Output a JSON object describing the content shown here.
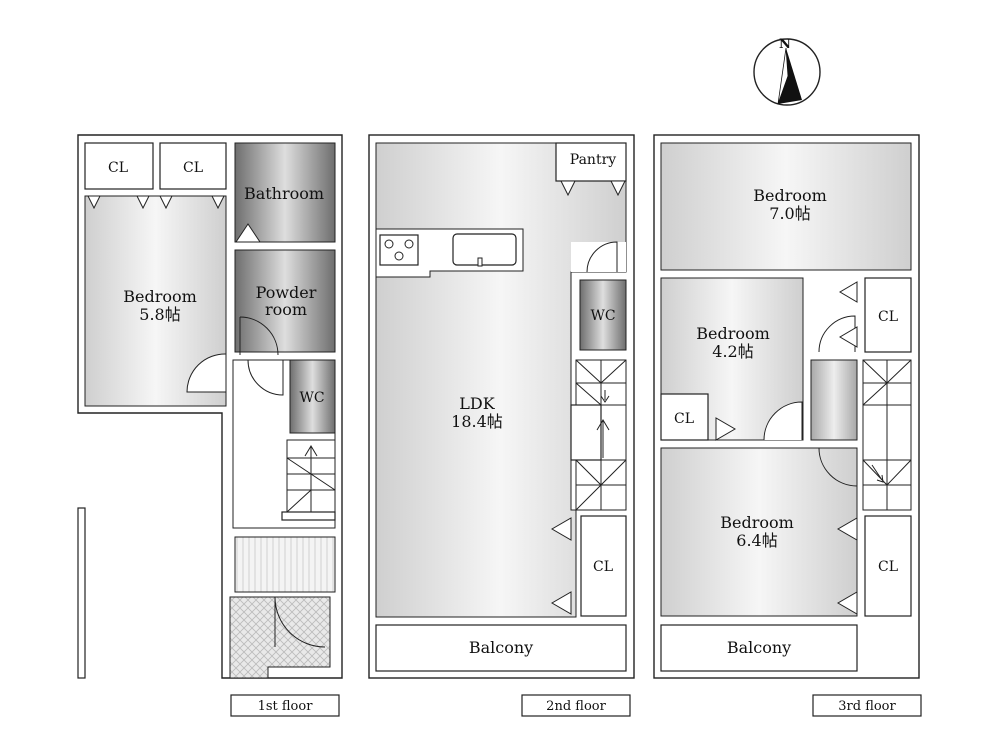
{
  "compass": {
    "north_label": "N"
  },
  "floors": {
    "first": {
      "caption": "1st floor",
      "rooms": {
        "cl1": "CL",
        "cl2": "CL",
        "bathroom": "Bathroom",
        "bedroom": "Bedroom",
        "bedroom_size": "5.8帖",
        "powder1": "Powder",
        "powder2": "room",
        "wc": "WC"
      }
    },
    "second": {
      "caption": "2nd floor",
      "rooms": {
        "pantry": "Pantry",
        "ldk": "LDK",
        "ldk_size": "18.4帖",
        "wc": "WC",
        "cl": "CL",
        "balcony": "Balcony"
      }
    },
    "third": {
      "caption": "3rd floor",
      "rooms": {
        "bedroom_a": "Bedroom",
        "bedroom_a_size": "7.0帖",
        "bedroom_b": "Bedroom",
        "bedroom_b_size": "4.2帖",
        "bedroom_c": "Bedroom",
        "bedroom_c_size": "6.4帖",
        "cl_top": "CL",
        "cl_small": "CL",
        "cl_bottom": "CL",
        "balcony": "Balcony"
      }
    }
  }
}
